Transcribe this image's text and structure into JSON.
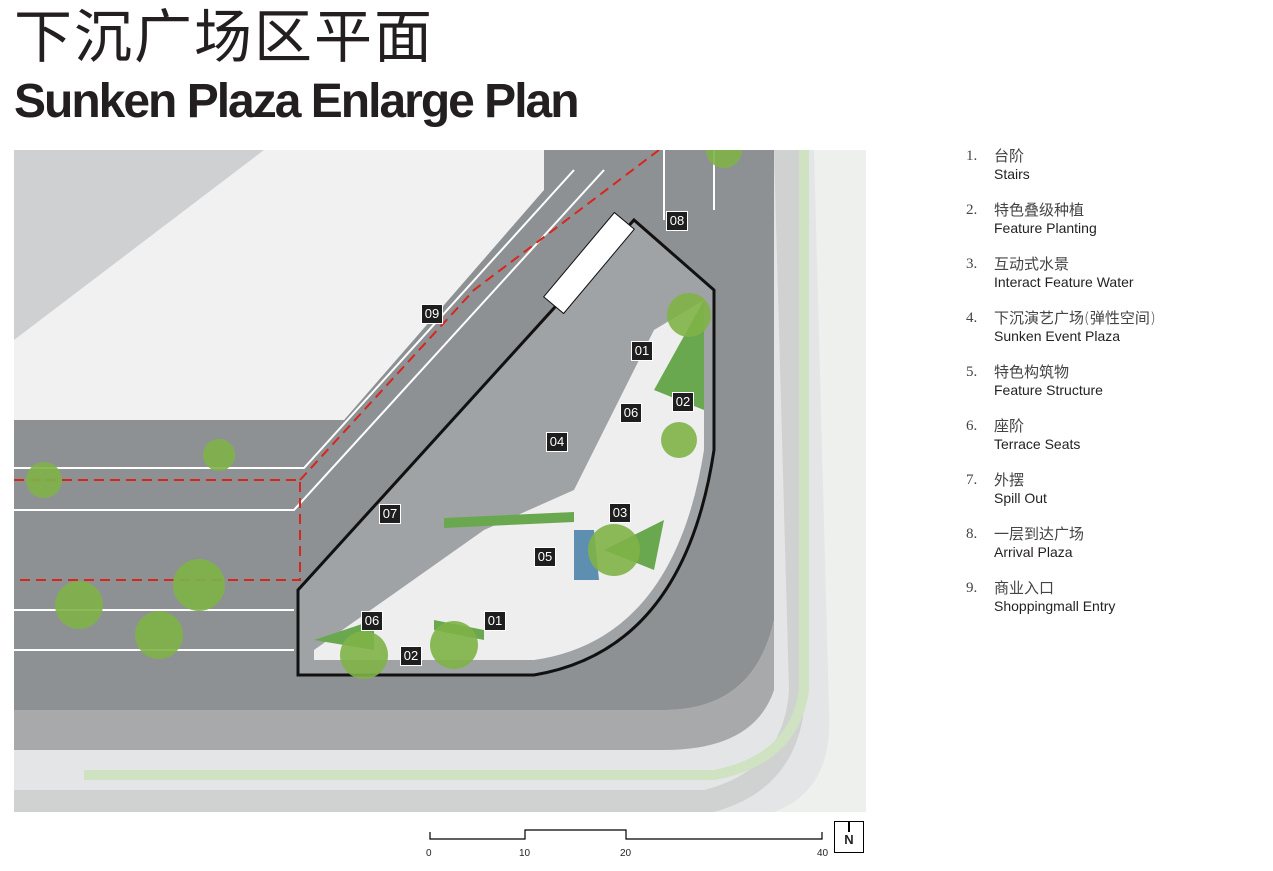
{
  "title": {
    "cn": "下沉广场区平面",
    "en": "Sunken Plaza Enlarge Plan"
  },
  "markers": [
    "08",
    "09",
    "01",
    "02",
    "06",
    "04",
    "03",
    "07",
    "05",
    "06",
    "01",
    "02"
  ],
  "legend": [
    {
      "num": "1.",
      "cn": "台阶",
      "en": "Stairs"
    },
    {
      "num": "2.",
      "cn": "特色叠级种植",
      "en": "Feature Planting"
    },
    {
      "num": "3.",
      "cn": "互动式水景",
      "en": "Interact Feature Water"
    },
    {
      "num": "4.",
      "cn": "下沉演艺广场(弹性空间)",
      "en": "Sunken Event Plaza"
    },
    {
      "num": "5.",
      "cn": "特色构筑物",
      "en": "Feature Structure"
    },
    {
      "num": "6.",
      "cn": "座阶",
      "en": "Terrace Seats"
    },
    {
      "num": "7.",
      "cn": "外摆",
      "en": "Spill Out"
    },
    {
      "num": "8.",
      "cn": "一层到达广场",
      "en": "Arrival Plaza"
    },
    {
      "num": "9.",
      "cn": "商业入口",
      "en": "Shoppingmall Entry"
    }
  ],
  "scale": {
    "ticks": [
      "0",
      "10",
      "20",
      "40"
    ],
    "north": "N"
  },
  "colors": {
    "paving": "#8e9194",
    "planting": "#6aa84f",
    "outline": "#111111",
    "dashed": "#d9261c"
  }
}
